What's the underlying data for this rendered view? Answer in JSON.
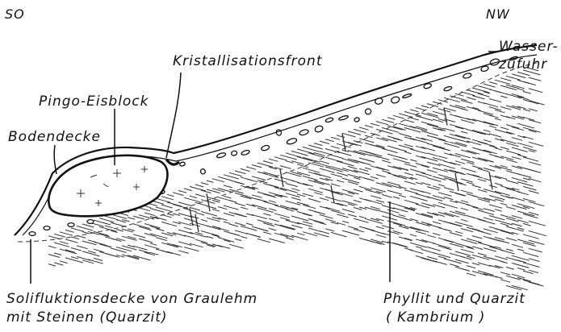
{
  "orientation": {
    "left": "SO",
    "right": "NW"
  },
  "labels": {
    "crystallization_front": "Kristallisationsfront",
    "water_supply_line1": "Wasser-",
    "water_supply_line2": "zufuhr",
    "pingo_ice_block": "Pingo-Eisblock",
    "soil_cover": "Bodendecke",
    "solifluction_line1": "Solifluktionsdecke von Graulehm",
    "solifluction_line2": "mit Steinen (Quarzit)",
    "bedrock_line1": "Phyllit und Quarzit",
    "bedrock_line2": "( Kambrium )"
  },
  "colors": {
    "ink": "#111111",
    "background": "#ffffff"
  }
}
